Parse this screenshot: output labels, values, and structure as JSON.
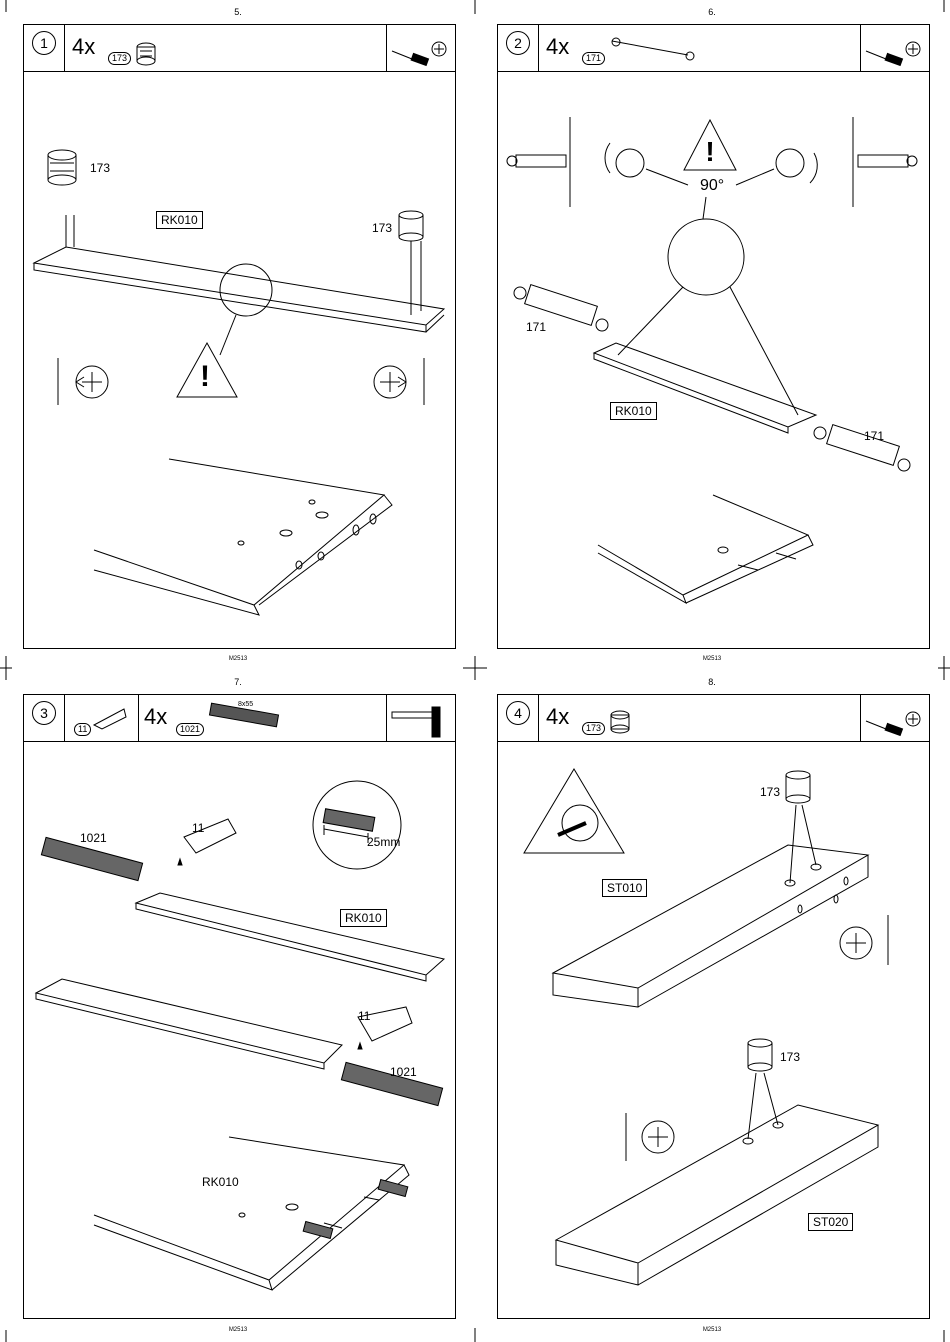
{
  "pages": {
    "p1": {
      "number": "5.",
      "step": "1",
      "qty": "4x",
      "part": "173",
      "code": "M2513"
    },
    "p2": {
      "number": "6.",
      "step": "2",
      "qty": "4x",
      "part": "171",
      "code": "M2513"
    },
    "p3": {
      "number": "7.",
      "step": "3",
      "qty": "4x",
      "part": "1021",
      "glue": "11",
      "dim": "8x55",
      "code": "M2513"
    },
    "p4": {
      "number": "8.",
      "step": "4",
      "qty": "4x",
      "part": "173",
      "code": "M2513"
    }
  },
  "labels": {
    "p1": {
      "board": "RK010",
      "part_a": "173",
      "part_b": "173"
    },
    "p2": {
      "angle": "90°",
      "board": "RK010",
      "part_a": "171",
      "part_b": "171"
    },
    "p3": {
      "dowel_a": "1021",
      "dowel_b": "1021",
      "glue_a": "11",
      "glue_b": "11",
      "board_a": "RK010",
      "board_b": "RK010",
      "depth": "25mm"
    },
    "p4": {
      "board_a": "ST010",
      "board_b": "ST020",
      "part_a": "173",
      "part_b": "173"
    }
  }
}
